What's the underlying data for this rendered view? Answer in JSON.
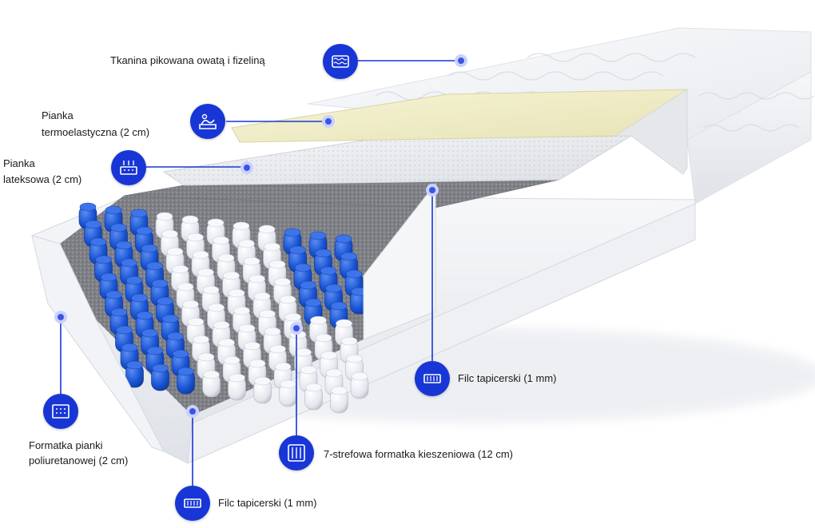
{
  "layers": {
    "top_fabric": {
      "label": "Tkanina pikowana owatą i fizeliną",
      "icon": "quilted-fabric-icon"
    },
    "memory_foam": {
      "label_line1": "Pianka",
      "label_line2": "termoelastyczna (2 cm)",
      "icon": "memory-foam-icon"
    },
    "latex_foam": {
      "label_line1": "Pianka",
      "label_line2": "lateksowa (2 cm)",
      "icon": "latex-foam-icon"
    },
    "felt_upper": {
      "label": "Filc tapicerski (1 mm)",
      "icon": "felt-icon"
    },
    "pocket_springs": {
      "label": "7-strefowa formatka kieszeniowa (12 cm)",
      "icon": "pocket-springs-icon"
    },
    "pu_frame": {
      "label_line1": "Formatka pianki",
      "label_line2": "poliuretanowej (2 cm)",
      "icon": "foam-frame-icon"
    },
    "felt_lower": {
      "label": "Filc tapicerski (1 mm)",
      "icon": "felt-icon"
    }
  },
  "colors": {
    "accent": "#1836d6",
    "spring_blue": "#1a5bd6",
    "spring_white": "#e9ecf2",
    "felt_gray": "#8a8c91",
    "memory_foam": "#f2f0c8",
    "fabric": "#f5f6f8"
  }
}
